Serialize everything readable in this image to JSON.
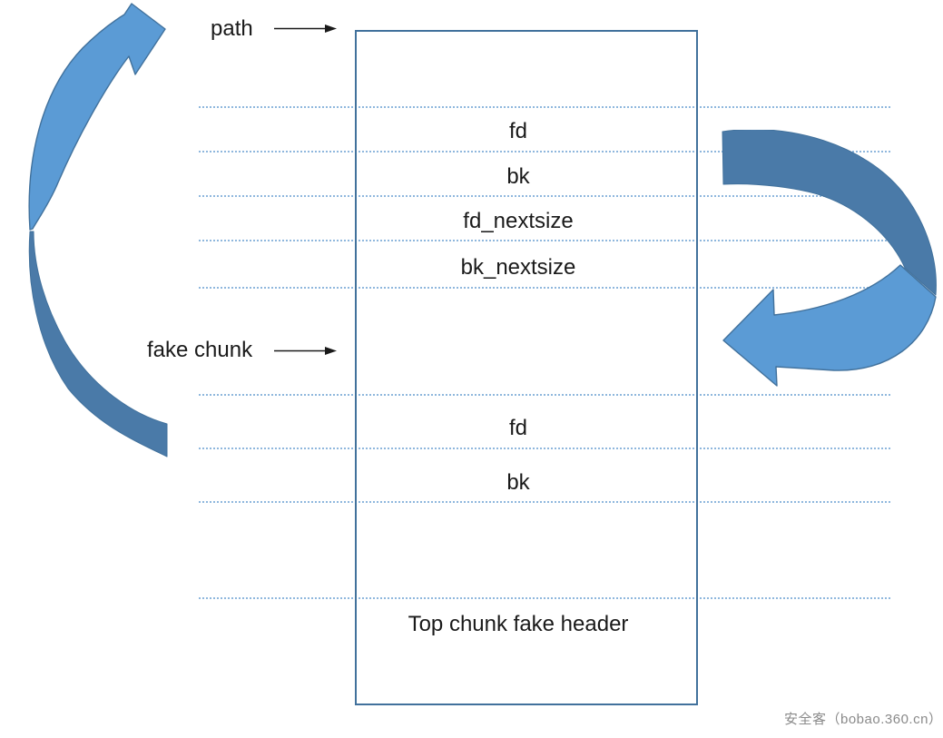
{
  "diagram": {
    "path_label": "path",
    "fake_chunk_label": "fake chunk",
    "chunk_cells": [
      "fd",
      "bk",
      "fd_nextsize",
      "bk_nextsize"
    ],
    "fake_cells": [
      "fd",
      "bk"
    ],
    "top_cell": "Top chunk fake header"
  },
  "watermark": {
    "text": "安全客（bobao.360.cn）"
  },
  "colors": {
    "arrow_light": "#5b9bd5",
    "arrow_dark": "#4a7aa8",
    "arrow_outline": "#41719c",
    "box_border": "#41719c",
    "dotted_line": "#8fb7dd",
    "text_color": "#1a1a1a",
    "watermark_color": "#8a8a8a"
  }
}
